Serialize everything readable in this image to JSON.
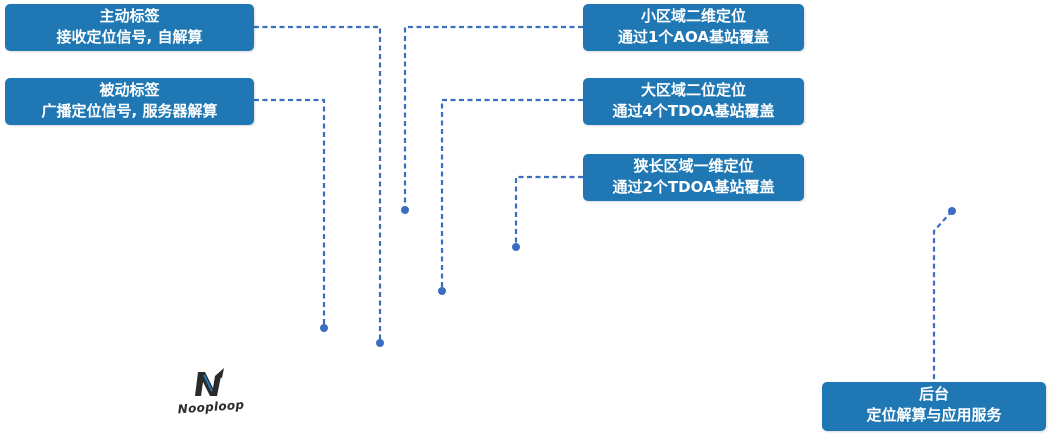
{
  "boxes": {
    "active_tag": {
      "title": "主动标签",
      "desc": "接收定位信号, 自解算"
    },
    "passive_tag": {
      "title": "被动标签",
      "desc": "广播定位信号, 服务器解算"
    },
    "small_area_2d": {
      "title": "小区域二维定位",
      "desc": "通过1个AOA基站覆盖"
    },
    "large_area_2d": {
      "title": "大区域二位定位",
      "desc": "通过4个TDOA基站覆盖"
    },
    "narrow_area_1d": {
      "title": "狭长区域一维定位",
      "desc": "通过2个TDOA基站覆盖"
    },
    "backend": {
      "title": "后台",
      "desc": "定位解算与应用服务"
    }
  },
  "logo": {
    "text": "Nooploop",
    "icon": "nooploop-logo-icon"
  },
  "colors": {
    "box_fill": "#1f78b4",
    "box_text": "#ffffff",
    "connector": "#3a6ec2"
  }
}
